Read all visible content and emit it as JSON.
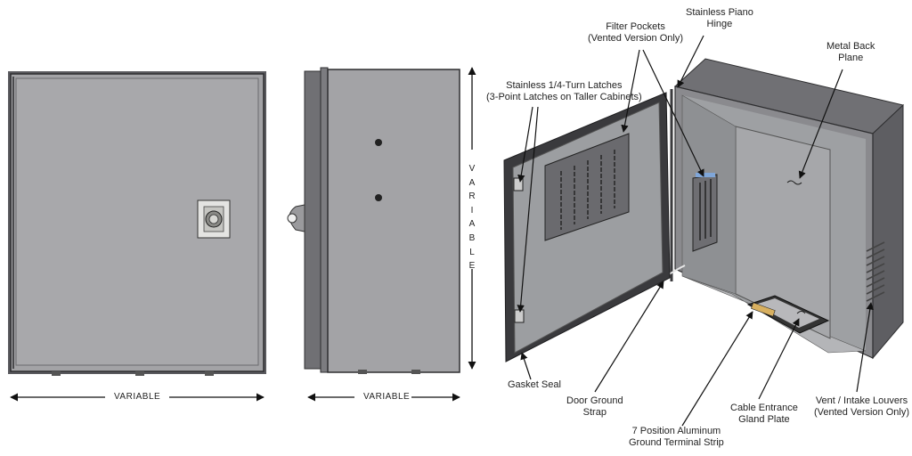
{
  "dimensions": {
    "front_width": "VARIABLE",
    "side_depth": "VARIABLE",
    "height": "VARIABLE"
  },
  "callouts": {
    "filter_pockets": [
      "Filter Pockets",
      "(Vented Version Only)"
    ],
    "piano_hinge": [
      "Stainless Piano",
      "Hinge"
    ],
    "back_plane": [
      "Metal Back",
      "Plane"
    ],
    "latches": [
      "Stainless 1/4-Turn Latches",
      "(3-Point Latches on Taller Cabinets)"
    ],
    "gasket_seal": [
      "Gasket Seal"
    ],
    "door_ground_strap": [
      "Door Ground",
      "Strap"
    ],
    "terminal_strip": [
      "7 Position Aluminum",
      "Ground Terminal Strip"
    ],
    "gland_plate": [
      "Cable Entrance",
      "Gland Plate"
    ],
    "louvers": [
      "Vent / Intake Louvers",
      "(Vented Version Only)"
    ]
  },
  "colors": {
    "cabinet_body": "#a3a3a6",
    "cabinet_edge": "#5a5a5e",
    "cabinet_dark": "#3a3a3d",
    "line": "#111111"
  }
}
